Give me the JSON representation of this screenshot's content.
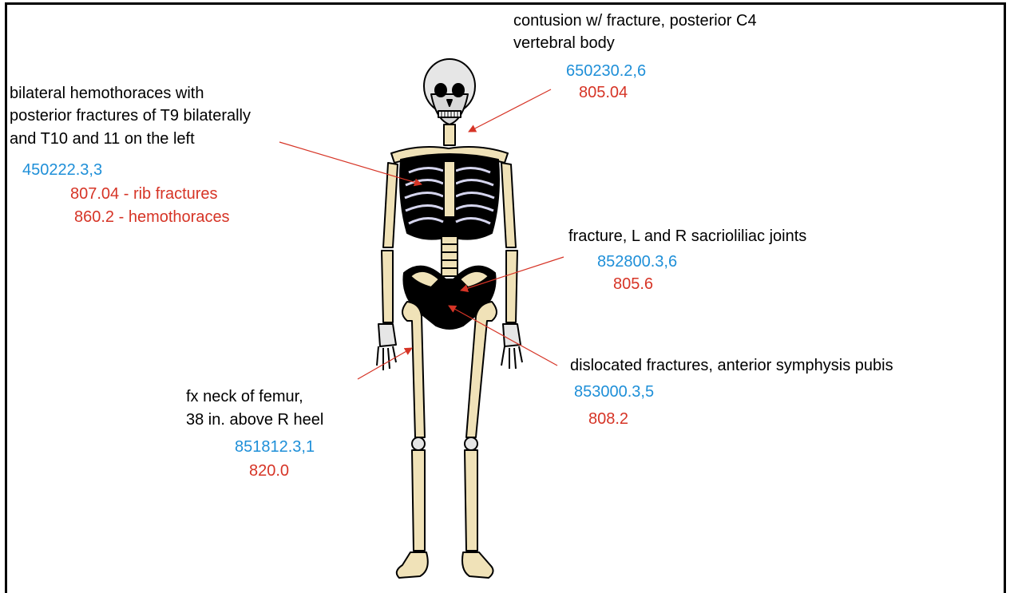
{
  "colors": {
    "code_blue": "#1e8fd8",
    "code_red": "#d63426",
    "arrow": "#d63426",
    "bone": "#f0e2b8",
    "outline": "#000000"
  },
  "annotations": {
    "cervical": {
      "text_line1": "contusion w/ fracture, posterior C4",
      "text_line2": "vertebral body",
      "code_blue": "650230.2,6",
      "code_red": "805.04"
    },
    "thorax": {
      "text_line1": "bilateral hemothoraces with",
      "text_line2": "posterior fractures of T9 bilaterally",
      "text_line3": "and T10 and 11 on the left",
      "code_blue": "450222.3,3",
      "code_red_1": "807.04 - rib fractures",
      "code_red_2": "860.2 - hemothoraces"
    },
    "sacroiliac": {
      "text_line1": "fracture, L and R sacrioliliac joints",
      "code_blue": "852800.3,6",
      "code_red": "805.6"
    },
    "pubis": {
      "text_line1": "dislocated fractures, anterior symphysis pubis",
      "code_blue": "853000.3,5",
      "code_red": "808.2"
    },
    "femur": {
      "text_line1": "fx neck of femur,",
      "text_line2": "38 in. above R heel",
      "code_blue": "851812.3,1",
      "code_red": "820.0"
    }
  }
}
